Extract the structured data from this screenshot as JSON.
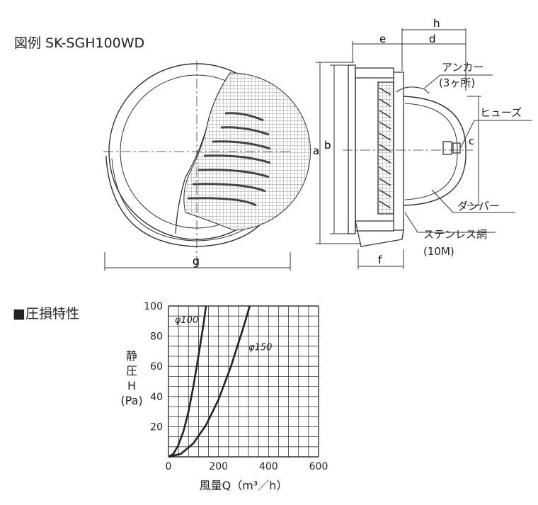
{
  "figure": {
    "title": "図例 SK-SGH100WD",
    "front_dim": "g",
    "side_dims": {
      "a": "a",
      "b": "b",
      "c": "c",
      "d": "d",
      "e": "e",
      "f": "f",
      "h": "h"
    },
    "callouts": {
      "anchor": "アンカー",
      "anchor_note": "(3ヶ所)",
      "fuse": "ヒューズ",
      "damper": "ダンパー",
      "mesh": "ステンレス網",
      "mesh_note": "(10M)"
    }
  },
  "section_title": "■圧損特性",
  "chart_data": {
    "type": "line",
    "ylabel_lines": [
      "静",
      "圧",
      "H",
      "(Pa)"
    ],
    "xlabel": "風量Q（m³／h）",
    "xlim": [
      0,
      600
    ],
    "ylim": [
      0,
      100
    ],
    "xticks": [
      "0",
      "200",
      "400",
      "600"
    ],
    "yticks": [
      "20",
      "40",
      "60",
      "80",
      "100"
    ],
    "grid": true,
    "series": [
      {
        "name": "φ100",
        "x": [
          0,
          20,
          40,
          60,
          80,
          100,
          120,
          140,
          150
        ],
        "y": [
          0,
          2,
          8,
          17,
          30,
          47,
          67,
          88,
          100
        ]
      },
      {
        "name": "φ150",
        "x": [
          0,
          50,
          100,
          150,
          200,
          250,
          300,
          325
        ],
        "y": [
          0,
          2,
          9,
          21,
          38,
          60,
          86,
          100
        ]
      }
    ]
  }
}
